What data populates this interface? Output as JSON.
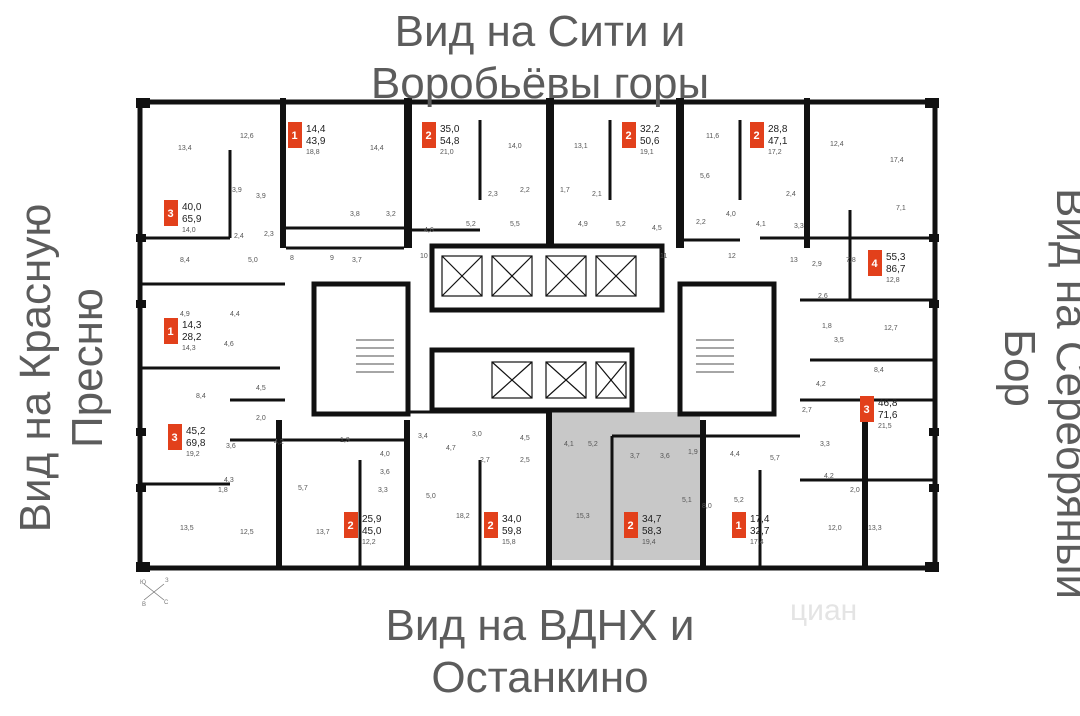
{
  "views": {
    "top": [
      "Вид на Сити и",
      "Воробьёвы горы"
    ],
    "bottom": [
      "Вид на ВДНХ и",
      "Останкино"
    ],
    "left": [
      "Вид на Красную",
      "Пресню"
    ],
    "right": [
      "Вид на Серебряный",
      "Бор"
    ]
  },
  "colors": {
    "badge": "#e2401b",
    "wall": "#111111",
    "highlight": "#c8c8c8"
  },
  "apartments": [
    {
      "rooms": "1",
      "living": "14,4",
      "total": "43,9",
      "kitchen": "18,8"
    },
    {
      "rooms": "2",
      "living": "35,0",
      "total": "54,8",
      "kitchen": "21,0"
    },
    {
      "rooms": "2",
      "living": "32,2",
      "total": "50,6",
      "kitchen": "19,1"
    },
    {
      "rooms": "2",
      "living": "28,8",
      "total": "47,1",
      "kitchen": "17,2"
    },
    {
      "rooms": "3",
      "living": "40,0",
      "total": "65,9",
      "kitchen": "14,0"
    },
    {
      "rooms": "4",
      "living": "55,3",
      "total": "86,7",
      "kitchen": "12,8"
    },
    {
      "rooms": "1",
      "living": "14,3",
      "total": "28,2",
      "kitchen": "14,3"
    },
    {
      "rooms": "3",
      "living": "45,2",
      "total": "69,8",
      "kitchen": "19,2"
    },
    {
      "rooms": "3",
      "living": "46,8",
      "total": "71,6",
      "kitchen": "21,5"
    },
    {
      "rooms": "2",
      "living": "25,9",
      "total": "45,0",
      "kitchen": "12,2"
    },
    {
      "rooms": "2",
      "living": "34,0",
      "total": "59,8",
      "kitchen": "15,8"
    },
    {
      "rooms": "2",
      "living": "34,7",
      "total": "58,3",
      "kitchen": "19,4"
    },
    {
      "rooms": "1",
      "living": "17,4",
      "total": "32,7",
      "kitchen": "17,4"
    }
  ],
  "room_labels": [
    "13,4",
    "12,6",
    "14,4",
    "3,9",
    "3,9",
    "2,4",
    "2,3",
    "8,4",
    "5,0",
    "3,8",
    "3,2",
    "3,7",
    "4,6",
    "14,0",
    "13,1",
    "11,6",
    "12,4",
    "17,4",
    "2,3",
    "2,2",
    "1,7",
    "2,1",
    "5,2",
    "5,5",
    "4,9",
    "5,2",
    "4,5",
    "5,6",
    "4,0",
    "2,2",
    "4,1",
    "3,3",
    "2,4",
    "7,1",
    "8",
    "9",
    "10",
    "11",
    "12",
    "13",
    "2,9",
    "7,8",
    "4,9",
    "4,4",
    "4,6",
    "2,6",
    "1,8",
    "12,7",
    "3,5",
    "4,2",
    "8,4",
    "8,4",
    "4,5",
    "2,0",
    "3,6",
    "4,3",
    "1,8",
    "13,5",
    "12,5",
    "4,2",
    "5,7",
    "13,7",
    "3,3",
    "3,6",
    "1,9",
    "4,0",
    "5,0",
    "18,2",
    "3,4",
    "4,7",
    "3,0",
    "4,5",
    "2,7",
    "2,5",
    "4,1",
    "5,2",
    "15,3",
    "3,7",
    "3,6",
    "1,9",
    "4,4",
    "5,7",
    "5,1",
    "8,0",
    "5,2",
    "2,7",
    "3,3",
    "4,2",
    "2,0",
    "12,0",
    "13,3"
  ],
  "compass": [
    "Ю",
    "З",
    "В",
    "С"
  ],
  "watermark": "циан"
}
